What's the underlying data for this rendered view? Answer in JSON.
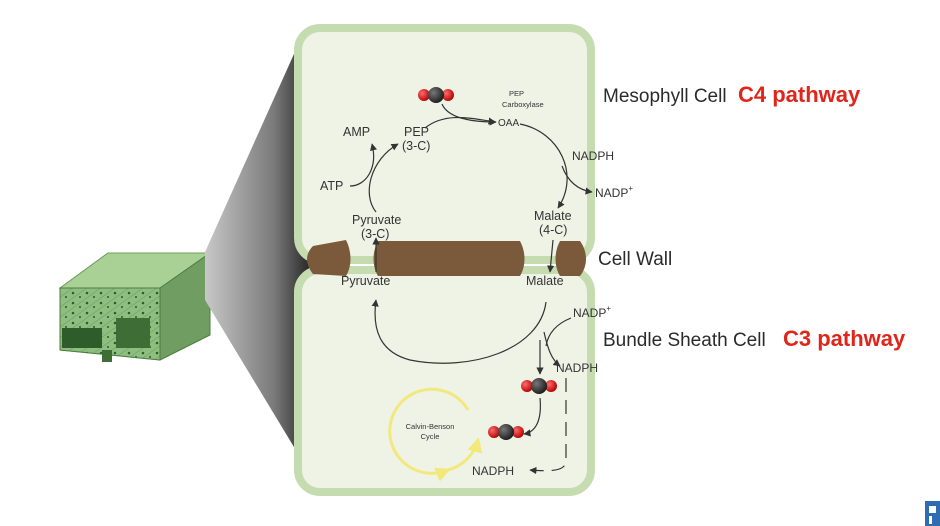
{
  "cells": {
    "mesophyll": {
      "name": "Mesophyll Cell",
      "pathway": "C4 pathway"
    },
    "wall": {
      "name": "Cell Wall"
    },
    "bundle_sheath": {
      "name": "Bundle Sheath Cell",
      "pathway": "C3 pathway"
    }
  },
  "molecules": {
    "amp": "AMP",
    "pep": "PEP",
    "pep_c": "(3-C)",
    "pep_carboxylase_1": "PEP",
    "pep_carboxylase_2": "Carboxylase",
    "oaa": "OAA",
    "nadph_top": "NADPH",
    "nadp_top": "NADP",
    "atp": "ATP",
    "pyruvate_top": "Pyruvate",
    "pyruvate_top_c": "(3-C)",
    "malate_top": "Malate",
    "malate_top_c": "(4-C)",
    "pyruvate_bottom": "Pyruvate",
    "malate_bottom": "Malate",
    "nadp_bottom": "NADP",
    "nadph_mid": "NADPH",
    "nadph_bottom": "NADPH",
    "plus": "+"
  },
  "cycle": {
    "line1": "Calvin-Benson",
    "line2": "Cycle"
  },
  "colors": {
    "cell_fill": "#eef3e6",
    "cell_border": "#c5dcb0",
    "wall": "#7b5a3c",
    "pathway_text": "#e0261b",
    "cycle_arrow": "#f3e87a"
  }
}
